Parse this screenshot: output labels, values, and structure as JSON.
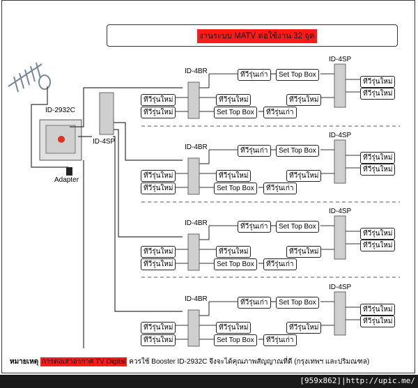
{
  "title": "งานระบบ MATV ต่อใช้งาน 32 จุด",
  "labels": {
    "booster": "ID-2932C",
    "adapter": "Adapter",
    "splitter_main": "ID-4SP",
    "splitter": "ID-4SP",
    "branch": "ID-4BR"
  },
  "tv_new": "ทีวีรุ่นใหม่",
  "tv_old": "ทีวีรุ่นเก่า",
  "stb": "Set Top Box",
  "note": {
    "prefix": "หมายเหตุ",
    "highlight": "การต่อเสาอากาศ TV Digital",
    "rest": "ควรใช้ Booster ID-2932C จึงจะได้คุณภาพสัญญาณที่ดี (กรุงเทพฯ และปริมณฑล)"
  },
  "footer": "[959x862]|http://upic.me/",
  "colors": {
    "title_highlight": "#ff1a1a",
    "note_highlight": "#ff1a1a"
  }
}
